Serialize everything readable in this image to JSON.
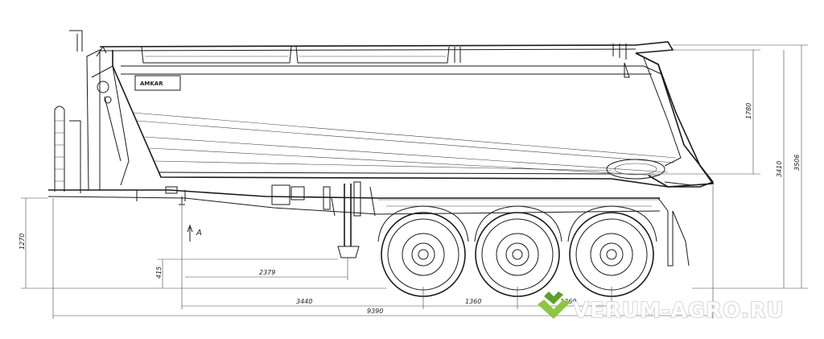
{
  "drawing": {
    "brand_label": "AMKAR",
    "view_arrow_label": "A",
    "dimensions": {
      "height_1270": "1270",
      "height_415": "415",
      "height_1780": "1780",
      "height_3410": "3410",
      "height_3506": "3506",
      "length_2379": "2379",
      "length_3440": "3440",
      "length_1360_a": "1360",
      "length_1360_b": "1360",
      "length_9390": "9390"
    }
  },
  "watermark": {
    "text": "VERUM-AGRO.RU",
    "logo_icon": "double-chevron-logo-icon",
    "colors": {
      "logo_green": "#8dc63f",
      "logo_dark": "#5e9e2a"
    }
  }
}
